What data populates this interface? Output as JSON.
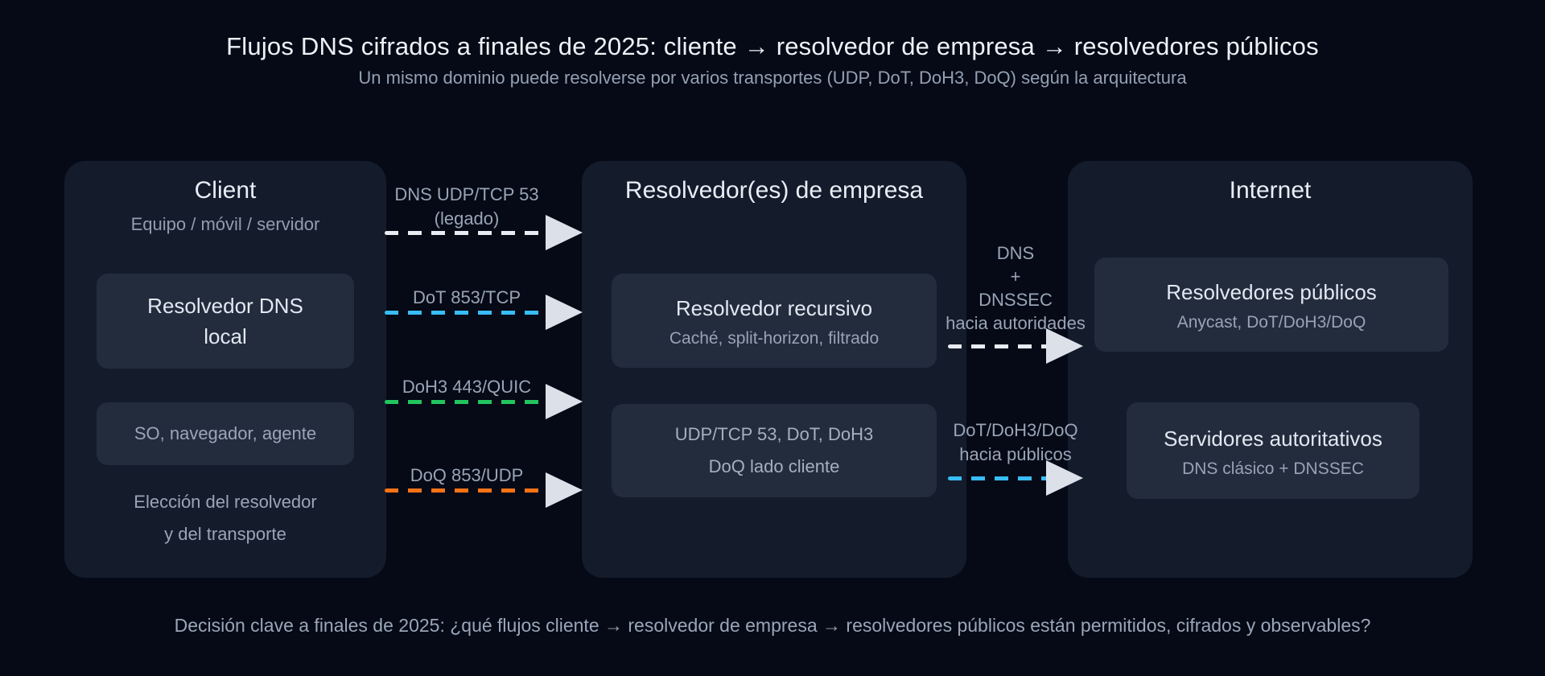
{
  "title": "Flujos DNS cifrados a finales de 2025: cliente → resolvedor de empresa → resolvedores públicos",
  "subtitle": "Un mismo dominio puede resolverse por varios transportes (UDP, DoT, DoH3, DoQ) según la arquitectura",
  "footer": "Decisión clave a finales de 2025: ¿qué flujos cliente → resolvedor de empresa → resolvedores públicos están permitidos, cifrados y observables?",
  "columns": {
    "client": {
      "title": "Client",
      "subtitle": "Equipo / móvil / servidor",
      "local_resolver": "Resolvedor DNS\nlocal",
      "os_browser_agent": "SO, navegador, agente",
      "note": "Elección del resolvedor\ny del transporte"
    },
    "enterprise": {
      "title": "Resolvedor(es) de empresa",
      "recursive": {
        "title": "Resolvedor recursivo",
        "subtitle": "Caché, split-horizon, filtrado"
      },
      "client_side": "UDP/TCP 53, DoT, DoH3\nDoQ lado cliente"
    },
    "internet": {
      "title": "Internet",
      "public": {
        "title": "Resolvedores públicos",
        "subtitle": "Anycast, DoT/DoH3/DoQ"
      },
      "authoritative": {
        "title": "Servidores autoritativos",
        "subtitle": "DNS clásico + DNSSEC"
      }
    }
  },
  "arrows_left": [
    {
      "label": "DNS UDP/TCP 53\n(legado)",
      "color": "#e8ecf2"
    },
    {
      "label": "DoT 853/TCP",
      "color": "#38bdf8"
    },
    {
      "label": "DoH3 443/QUIC",
      "color": "#22c55e"
    },
    {
      "label": "DoQ 853/UDP",
      "color": "#f97316"
    }
  ],
  "arrows_right": [
    {
      "label": "DNS\n+\nDNSSEC\nhacia autoridades",
      "color": "#e8ecf2"
    },
    {
      "label": "DoT/DoH3/DoQ\nhacia públicos",
      "color": "#38bdf8"
    }
  ],
  "colors": {
    "background": "#050a16",
    "column_bg": "#141b2b",
    "card_bg": "#232c3d",
    "arrow_head": "#dce1e9",
    "legacy_white": "#e8ecf2",
    "dot_blue": "#38bdf8",
    "doh3_green": "#22c55e",
    "doq_orange": "#f97316"
  }
}
